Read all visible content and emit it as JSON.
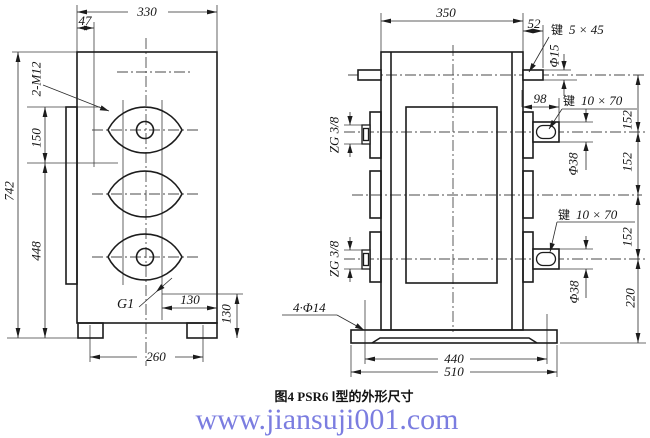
{
  "figure": {
    "caption": "图4 PSR6 Ⅰ型的外形尺寸",
    "watermark": "www.jiansuji001.com",
    "watermark_color": "#7b7de0",
    "ink_color": "#1c1c1c"
  },
  "front_view": {
    "dim_overall_width": "330",
    "dim_hole_offset": "47",
    "dim_overall_height": "742",
    "dim_hole_spacing": "150",
    "dim_lower_height": "448",
    "dim_drain_offset": "130",
    "dim_drain_height": "130",
    "dim_foot_span": "260",
    "label_tapped_holes": "2-M12",
    "label_drain_plug": "G1"
  },
  "side_view": {
    "dim_body_width": "350",
    "dim_input_shaft_ext": "52",
    "dim_output_shaft_ext": "98",
    "dim_shaft_spacing_1": "152",
    "dim_shaft_spacing_2": "152",
    "dim_shaft_spacing_3": "152",
    "dim_shaft_to_base": "220",
    "dim_bolt_span": "440",
    "dim_base_width": "510",
    "dim_input_dia": "Φ15",
    "dim_output_dia_1": "Φ38",
    "dim_output_dia_2": "Φ38",
    "key_input": {
      "prefix": "键",
      "size": "5 × 45"
    },
    "key_output_1": {
      "prefix": "键",
      "size": "10 × 70"
    },
    "key_output_2": {
      "prefix": "键",
      "size": "10 × 70"
    },
    "label_oil_plug_1": "ZG 3/8",
    "label_oil_plug_2": "ZG 3/8",
    "label_base_holes": "4·Φ14"
  }
}
